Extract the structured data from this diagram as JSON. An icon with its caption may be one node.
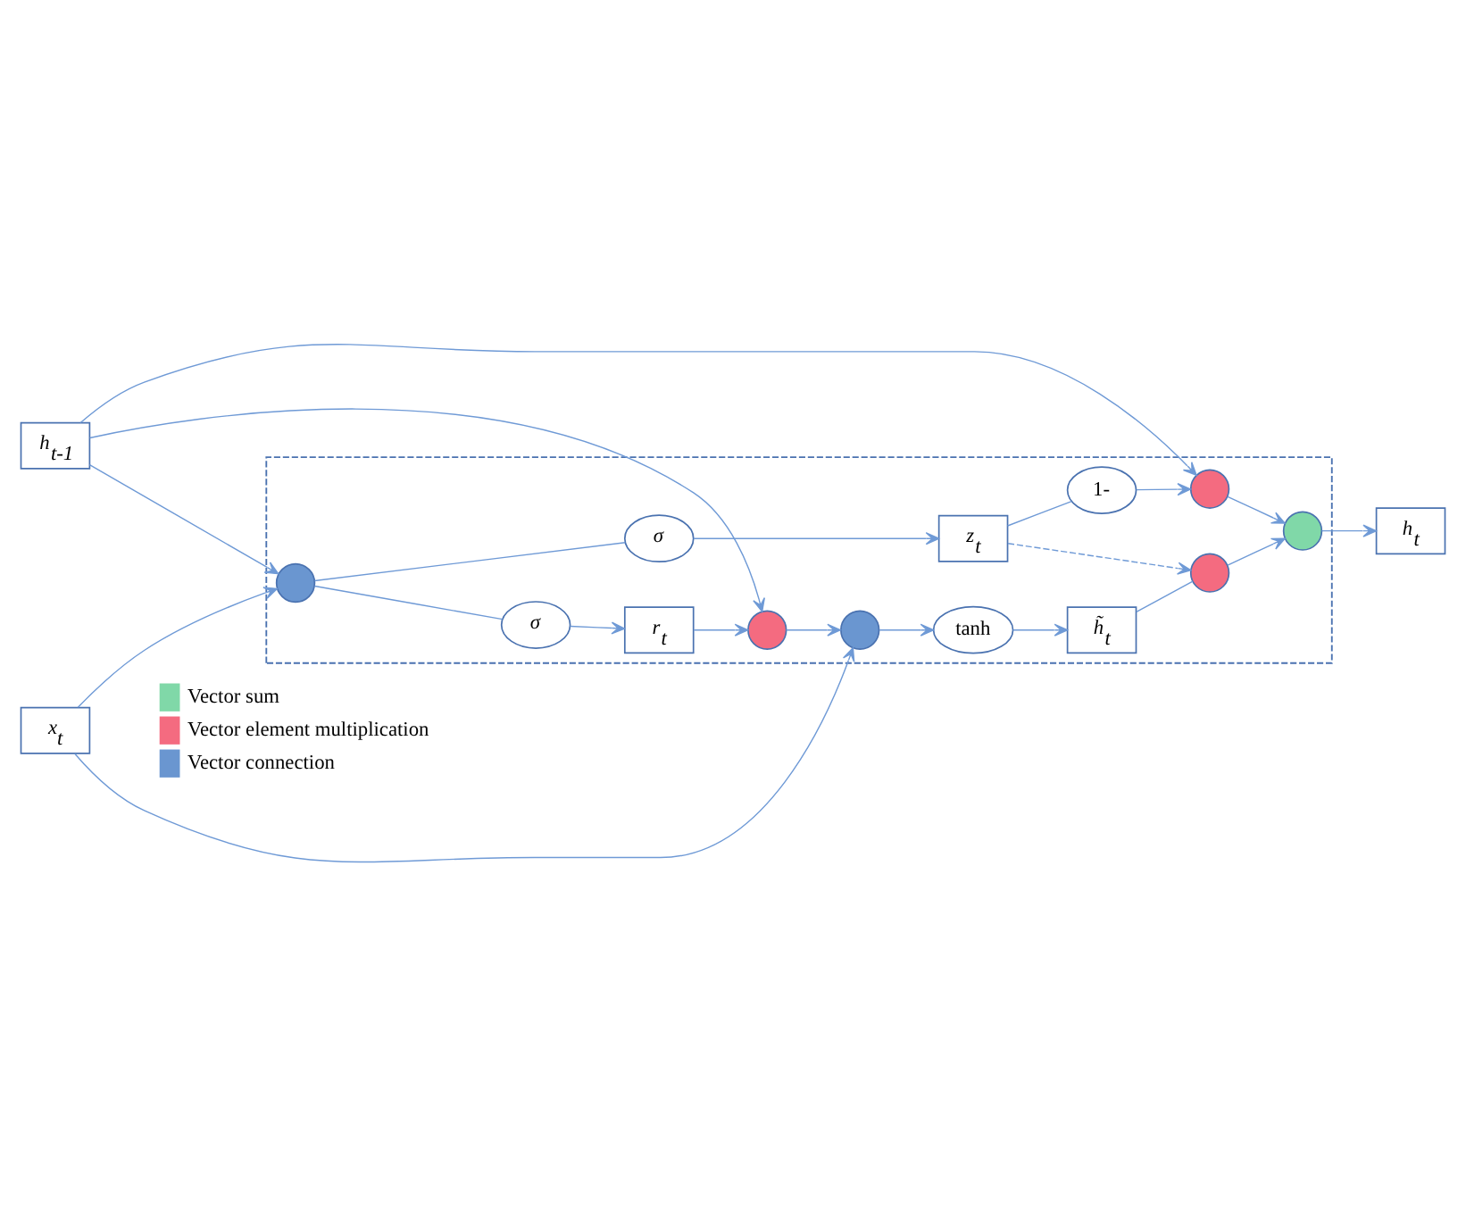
{
  "diagram": {
    "nodes": [
      {
        "text": [],
        "shape": "box"
      },
      {
        "text": [
          "h$_{t-1}$"
        ]
      },
      {
        "text": [],
        "shape": "circle",
        "in": 0
      },
      {
        "text": [],
        "shape": "circle",
        "in": 0
      },
      {
        "text": [
          "h$_{t}$"
        ]
      },
      {
        "text": [
          "1-"
        ],
        "in": 0
      },
      {
        "text": [],
        "shape": "circle",
        "in": 0
      },
      {
        "text": [],
        "shape": "circle",
        "in": 0
      },
      {
        "text": [
          "z$_{t}$"
        ],
        "in": 0
      },
      {
        "text": [
          "r$_{t}$"
        ],
        "in": 0
      },
      {
        "text": [],
        "shape": "circle",
        "in": 0
      },
      {
        "text": [
          "tanh"
        ],
        "in": 0
      },
      {
        "text": [
          "h̃$_{t}$"
        ],
        "in": 0
      },
      {
        "text": [
          "σ"
        ],
        "in": 0
      },
      {
        "text": [
          "σ"
        ],
        "in": 0
      },
      {
        "text": [],
        "shape": "circle",
        "in": 0
      },
      {
        "text": [
          "x$_{t}$"
        ]
      }
    ],
    "edges": [
      {
        "from": 1,
        "to": 2,
        "arrow": "to"
      },
      {
        "from": 2,
        "to": 3,
        "arrow": "to"
      },
      {
        "from": 3,
        "to": 4,
        "arrow": "to"
      },
      {
        "from": 5,
        "to": 2,
        "arrow": "to"
      },
      {
        "from": 8,
        "to": 5,
        "arrow": "none"
      },
      {
        "from": 8,
        "to": 6,
        "arrow": "to",
        "style": "dashed"
      },
      {
        "from": 1,
        "to": 7,
        "arrow": "to"
      },
      {
        "from": 7,
        "to": 10,
        "arrow": "to"
      },
      {
        "from": 10,
        "to": 11,
        "arrow": "to"
      },
      {
        "from": 11,
        "to": 12,
        "arrow": "to"
      },
      {
        "from": 12,
        "to": 6,
        "arrow": "none"
      },
      {
        "from": 6,
        "to": 3,
        "arrow": "to"
      },
      {
        "from": 9,
        "to": 7,
        "arrow": "to"
      },
      {
        "from": 13,
        "to": 8,
        "arrow": "to"
      },
      {
        "from": 14,
        "to": 9,
        "arrow": "to"
      },
      {
        "from": 1,
        "to": 15,
        "arrow": "to"
      },
      {
        "from": 15,
        "to": 13,
        "arrow": "none"
      },
      {
        "from": 15,
        "to": 14,
        "arrow": "none"
      },
      {
        "from": 16,
        "to": 15,
        "arrow": "to"
      },
      {
        "from": 16,
        "to": 10,
        "arrow": "to"
      }
    ],
    "legend": [
      {
        "text": "Vector sum",
        "color": "#80d8a8"
      },
      {
        "text": "Vector element multiplication",
        "color": "#f46b80"
      },
      {
        "text": "Vector connection",
        "color": "#6a96d0"
      }
    ]
  }
}
